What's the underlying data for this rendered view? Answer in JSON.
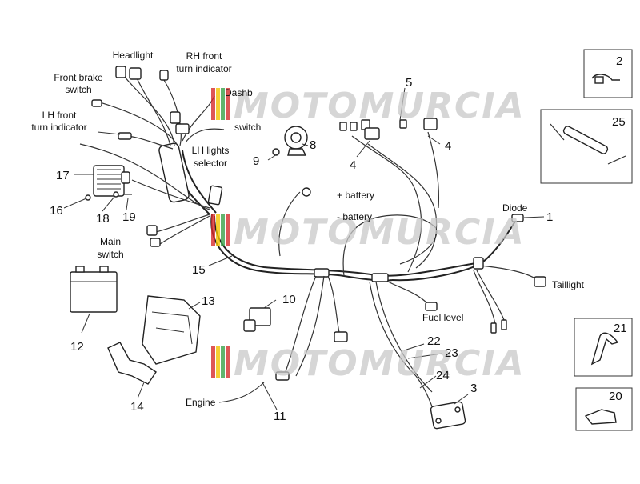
{
  "watermark": {
    "brand": "MOTOMURCIA",
    "stripe_colors": [
      "#d62c2c",
      "#f2c200",
      "#3aa14a"
    ]
  },
  "labels": {
    "headlight": "Headlight",
    "rh_turn_1": "RH front",
    "rh_turn_2": "turn indicator",
    "front_brake_1": "Front brake",
    "front_brake_2": "switch",
    "lh_turn_1": "LH front",
    "lh_turn_2": "turn indicator",
    "dashboard_partial": "Dashb",
    "switch_partial": "switch",
    "lh_lights_1": "LH lights",
    "lh_lights_2": "selector",
    "main_switch_1": "Main",
    "main_switch_2": "switch",
    "plus_battery": "+ battery",
    "minus_battery": "- battery",
    "diode": "Diode",
    "taillight": "Taillight",
    "fuel_level": "Fuel level",
    "engine": "Engine"
  },
  "part_numbers": {
    "p1": "1",
    "p2": "2",
    "p3": "3",
    "p4a": "4",
    "p4b": "4",
    "p5": "5",
    "p8": "8",
    "p9": "9",
    "p10": "10",
    "p11": "11",
    "p12": "12",
    "p13": "13",
    "p14": "14",
    "p15": "15",
    "p16": "16",
    "p17": "17",
    "p18": "18",
    "p19": "19",
    "p20": "20",
    "p21": "21",
    "p22": "22",
    "p23": "23",
    "p24": "24",
    "p25": "25"
  }
}
